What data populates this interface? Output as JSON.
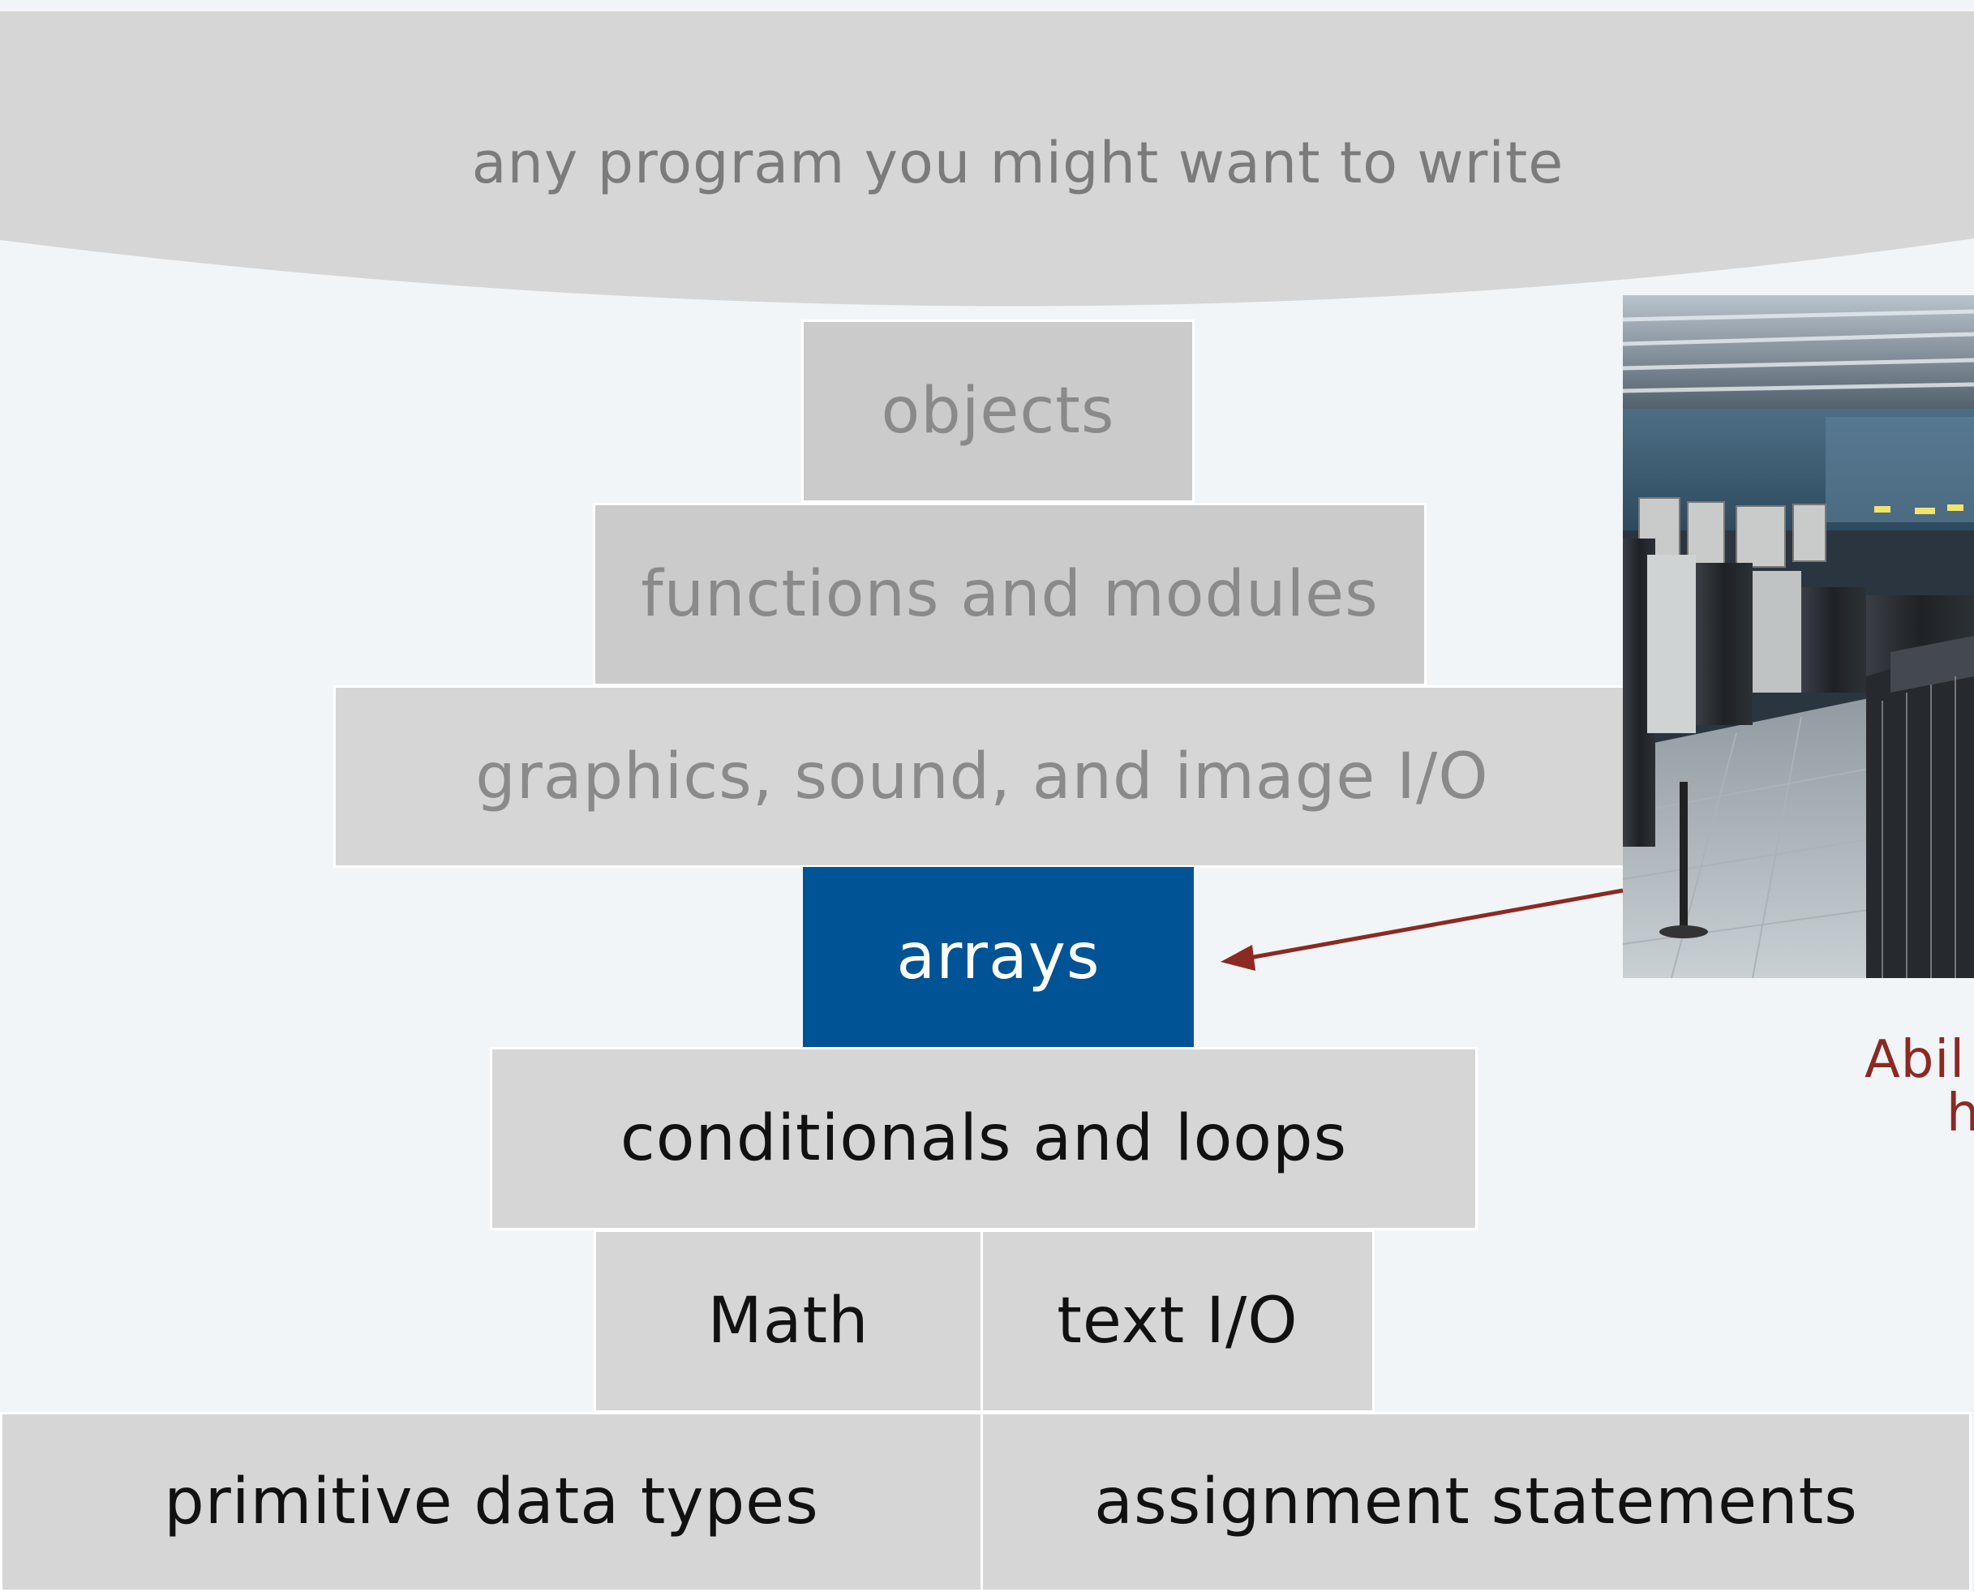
{
  "banner": {
    "label": "any program you might want to write"
  },
  "layers": {
    "objects": "objects",
    "functions": "functions and modules",
    "graphics": "graphics, sound, and image I/O",
    "arrays": "arrays",
    "conditionals": "conditionals and loops",
    "math": "Math",
    "text_io": "text I/O",
    "primitive": "primitive data types",
    "assignment": "assignment statements"
  },
  "annotation": {
    "caption_line1": "Abil",
    "caption_line2": "h"
  },
  "colors": {
    "highlight": "#005394",
    "arrow": "#8b2a22",
    "block": "#d6d6d6",
    "background": "#f2f5f8"
  }
}
